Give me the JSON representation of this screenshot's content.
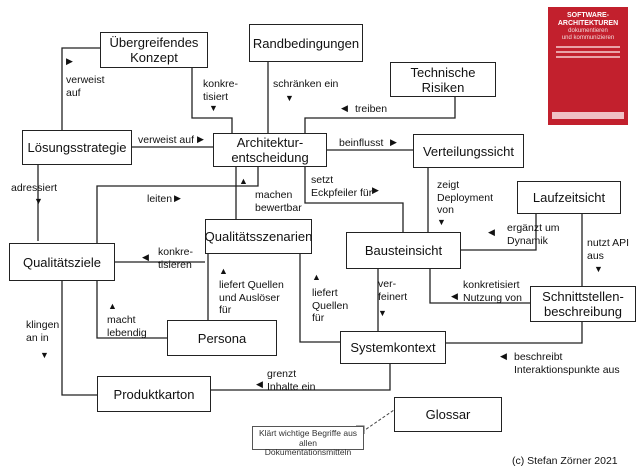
{
  "nodes": {
    "uebergreifendes_konzept": "Übergreifendes\nKonzept",
    "randbedingungen": "Randbedingungen",
    "technische_risiken": "Technische\nRisiken",
    "loesungsstrategie": "Lösungsstrategie",
    "architekturentscheidung": "Architektur-\nentscheidung",
    "verteilungssicht": "Verteilungssicht",
    "laufzeitsicht": "Laufzeitsicht",
    "qualitaetsszenarien": "Qualitätsszenarien",
    "bausteinsicht": "Bausteinsicht",
    "qualitaetsziele": "Qualitätsziele",
    "schnittstellenbeschreibung": "Schnittstellen-\nbeschreibung",
    "persona": "Persona",
    "systemkontext": "Systemkontext",
    "produktkarton": "Produktkarton",
    "glossar": "Glossar"
  },
  "edge_labels": {
    "verweist_auf_1": "verweist\nauf",
    "konkretisiert": "konkre-\ntisiert",
    "schraenken_ein": "schränken ein",
    "treiben": "treiben",
    "verweist_auf_2": "verweist auf",
    "beinflusst": "beinflusst",
    "adressiert": "adressiert",
    "leiten": "leiten",
    "machen_bewertbar": "machen\nbewertbar",
    "setzt_eckpfeiler": "setzt\nEckpfeiler für",
    "zeigt_deployment": "zeigt\nDeployment\nvon",
    "ergaenzt_um_dynamik": "ergänzt  um\nDynamik",
    "nutzt_api": "nutzt API\naus",
    "konkretisieren": "konkre-\ntisieren",
    "liefert_quellen_ausloeser": "liefert Quellen\nund Auslöser\nfür",
    "liefert_quellen_fuer": "liefert\nQuellen\nfür",
    "verfeinert": "ver-\nfeinert",
    "konkretisiert_nutzung": "konkretisiert\nNutzung von",
    "macht_lebendig": "macht\nlebendig",
    "klingen_an_in": "klingen\nan in",
    "beschreibt": "beschreibt\nInteraktionspunkte aus",
    "grenzt_inhalte": "grenzt\nInhalte ein"
  },
  "note_text": "Klärt wichtige Begriffe aus\nallen Dokumentationsmitteln",
  "book": {
    "title": "SOFTWARE-\nARCHITEKTUREN",
    "subtitle": "dokumentieren\nund kommunizieren"
  },
  "copyright": "(c) Stefan Zörner 2021"
}
